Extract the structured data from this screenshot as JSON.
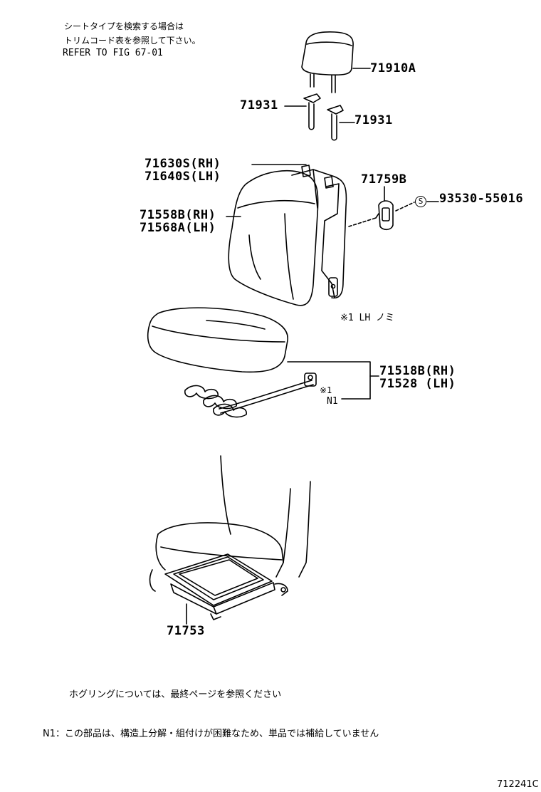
{
  "header_notes": {
    "line1": "シートタイプを検索する場合は",
    "line2": "トリムコード表を参照して下さい。",
    "line3": "REFER TO FIG 67-01"
  },
  "labels": {
    "headrest": "71910A",
    "support_upper": "71931",
    "support_lower": "71931",
    "back_frame_rh": "71630S(RH)",
    "back_frame_lh": "71640S(LH)",
    "back_cover_rh": "71558B(RH)",
    "back_cover_lh": "71568A(LH)",
    "hinge_cover": "71759B",
    "screw_symbol": "S",
    "screw": "93530-55016",
    "note_lh_only": "※1  LH ノミ",
    "cushion_rh": "71518B(RH)",
    "cushion_lh": "71528  (LH)",
    "ref1": "※1",
    "ref_n1": "N1",
    "tray": "71753"
  },
  "footer": {
    "hog_ring_note": "ホグリングについては、最終ページを参照ください",
    "n1_note": "N1：この部品は、構造上分解・組付けが困難なため、単品では補給していません",
    "figure_id": "712241C"
  }
}
